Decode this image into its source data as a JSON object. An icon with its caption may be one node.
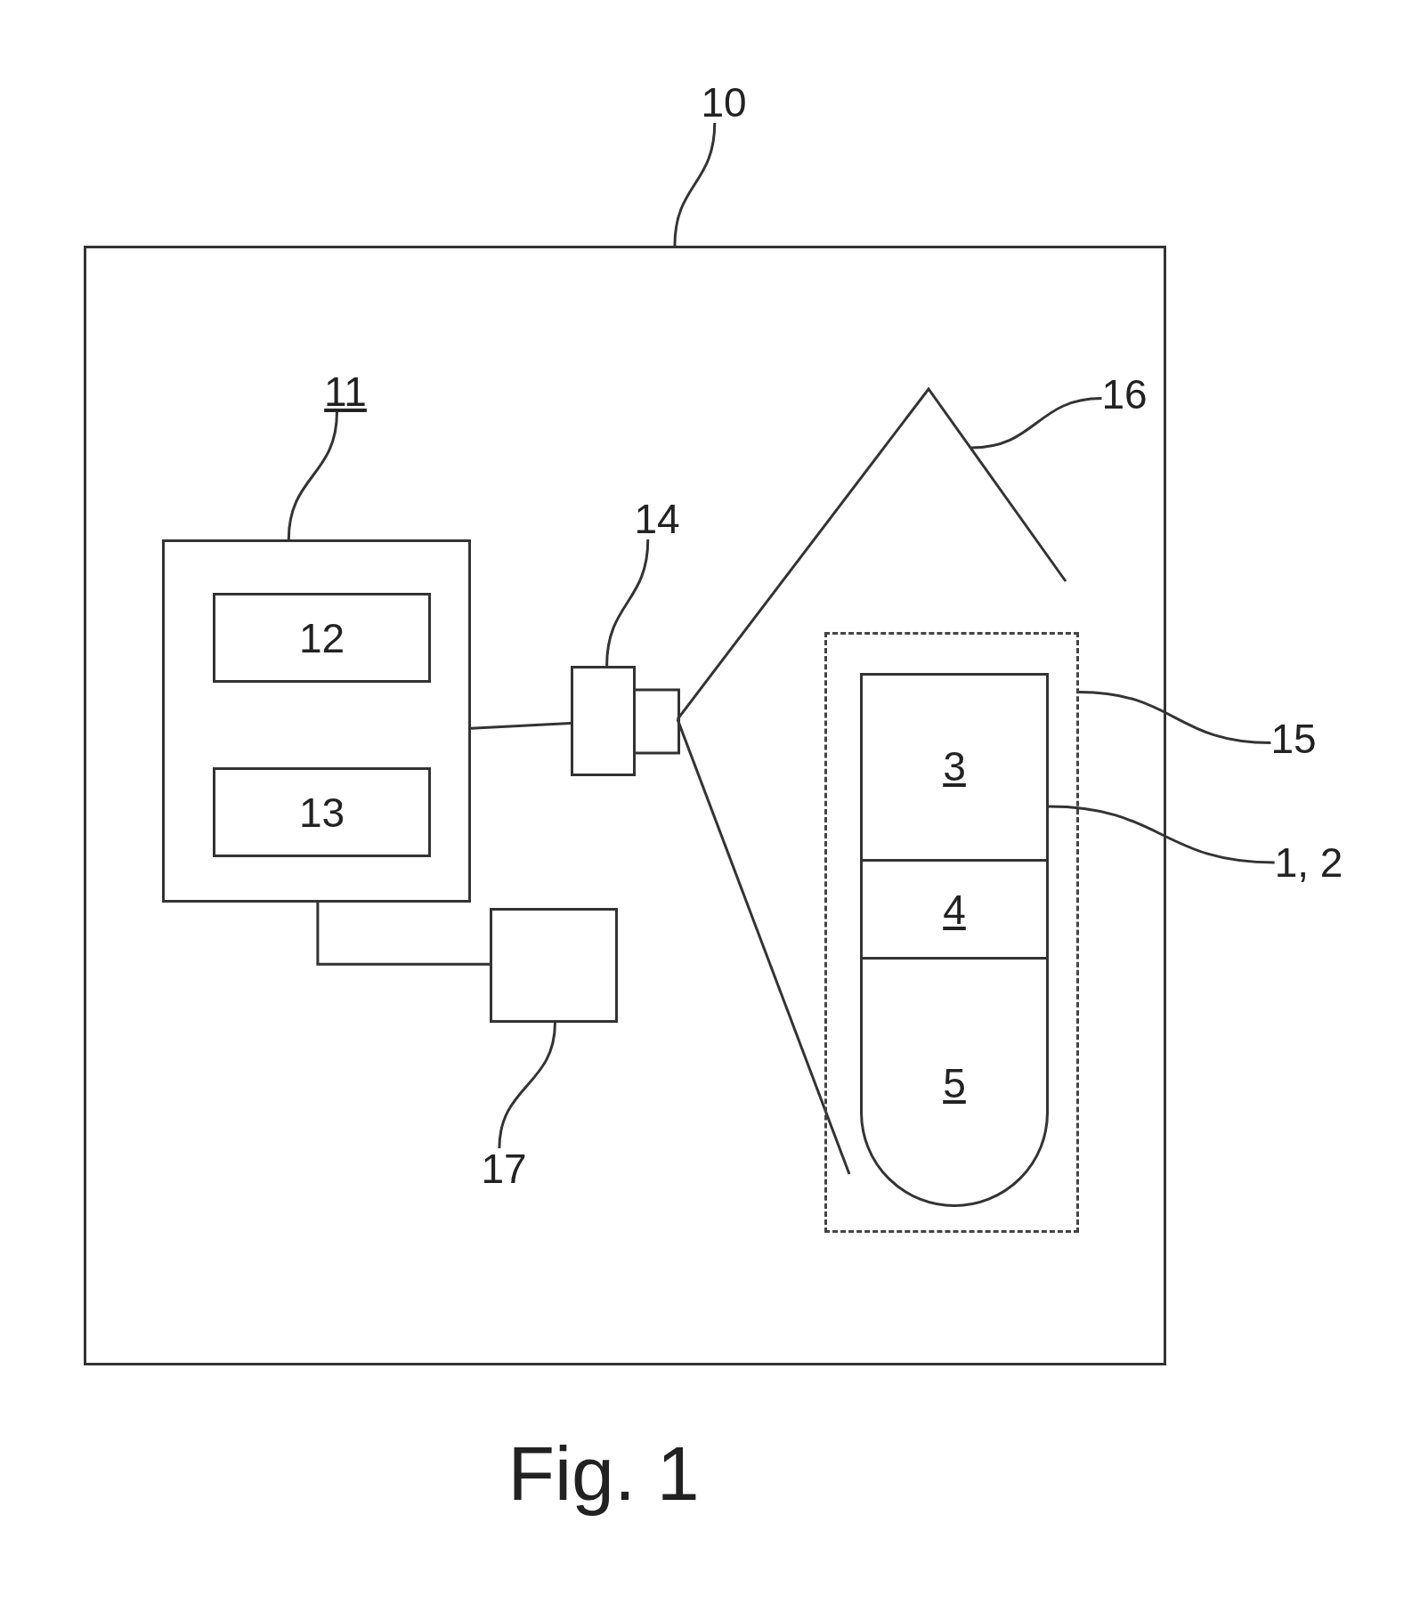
{
  "diagram": {
    "caption": "Fig. 1",
    "nodes": [
      {
        "text": [
          "10"
        ]
      },
      {
        "text": [],
        "shape": "box"
      },
      {
        "text": [
          "11"
        ],
        "in": 1
      },
      {
        "text": [],
        "shape": "box",
        "in": 1
      },
      {
        "text": [
          "12"
        ],
        "in": 3
      },
      {
        "text": [
          "13"
        ],
        "in": 3
      },
      {
        "text": [
          "14"
        ],
        "in": 1
      },
      {
        "text": [],
        "shape": "camera",
        "in": 1
      },
      {
        "text": [
          "16"
        ],
        "in": 1
      },
      {
        "text": [
          "15"
        ]
      },
      {
        "text": [],
        "shape": "box",
        "in": 1
      },
      {
        "text": [
          "1, 2"
        ]
      },
      {
        "text": [],
        "shape": "tube",
        "in": 10
      },
      {
        "text": [
          "3"
        ],
        "in": 12
      },
      {
        "text": [
          "4"
        ],
        "in": 12
      },
      {
        "text": [
          "5"
        ],
        "in": 12
      },
      {
        "text": [],
        "shape": "box",
        "in": 1
      },
      {
        "text": [
          "17"
        ],
        "in": 1
      }
    ],
    "edges": [
      {
        "from": 0,
        "to": 1,
        "arrow": "none"
      },
      {
        "from": 2,
        "to": 3,
        "arrow": "none"
      },
      {
        "from": 3,
        "to": 7,
        "arrow": "none"
      },
      {
        "from": 3,
        "to": 16,
        "arrow": "none"
      },
      {
        "from": 6,
        "to": 7,
        "arrow": "none"
      },
      {
        "from": 8,
        "to": null,
        "arrow": "none"
      },
      {
        "from": 9,
        "to": 10,
        "arrow": "none"
      },
      {
        "from": 11,
        "to": 12,
        "arrow": "none"
      },
      {
        "from": 17,
        "to": 16,
        "arrow": "none"
      }
    ]
  }
}
